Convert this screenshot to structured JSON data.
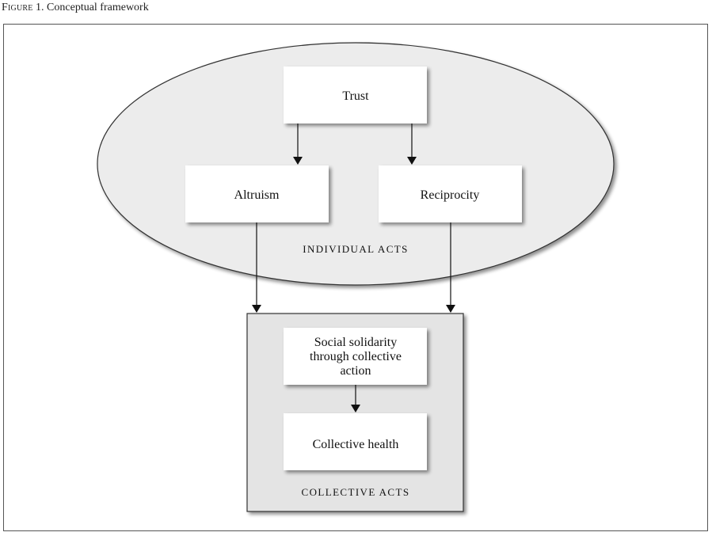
{
  "caption": {
    "prefix": "Figure",
    "text": "1. Conceptual framework"
  },
  "diagram": {
    "nodes": {
      "trust": [
        "Trust"
      ],
      "altruism": [
        "Altruism"
      ],
      "reciprocity": [
        "Reciprocity"
      ],
      "solidarity": [
        "Social solidarity",
        "through collective",
        "action"
      ],
      "health": [
        "Collective health"
      ]
    },
    "groups": {
      "individual": "INDIVIDUAL ACTS",
      "collective": "COLLECTIVE ACTS"
    },
    "edges": [
      {
        "from": "trust",
        "to": "altruism"
      },
      {
        "from": "trust",
        "to": "reciprocity"
      },
      {
        "from": "altruism",
        "to": "collective-acts"
      },
      {
        "from": "reciprocity",
        "to": "collective-acts"
      },
      {
        "from": "solidarity",
        "to": "health"
      }
    ]
  }
}
